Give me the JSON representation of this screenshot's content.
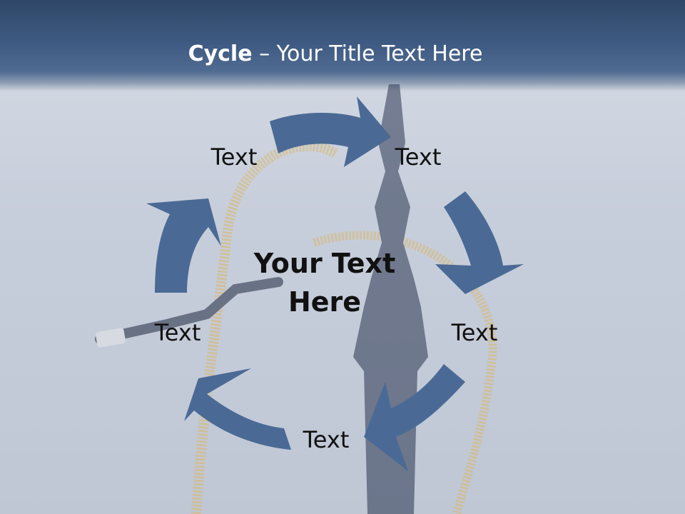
{
  "slide": {
    "title_strong": "Cycle",
    "title_rest": " – Your Title Text Here",
    "center_text": "Your Text Here",
    "labels": [
      "Text",
      "Text",
      "Text",
      "Text",
      "Text"
    ]
  },
  "colors": {
    "title_band": "#3e5a82",
    "arrow": "#4a6a95",
    "background": "#c7cedb",
    "hose": "#d8b870",
    "hookah": "#2a3550"
  }
}
